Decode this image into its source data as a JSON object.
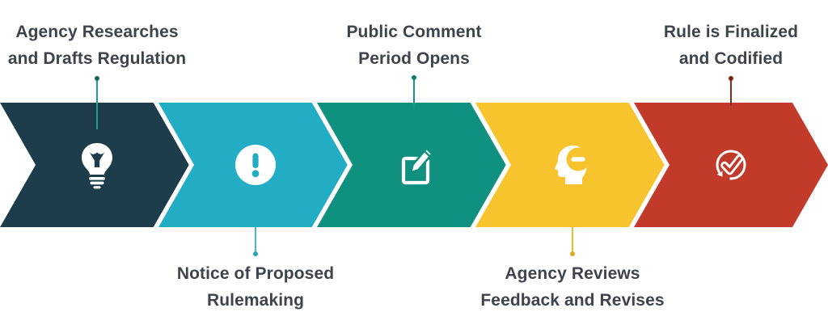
{
  "background_color": "#ffffff",
  "text_color": "#3d444b",
  "icon_color": "#ffffff",
  "steps": [
    {
      "id": "research",
      "line1": "Agency Researches",
      "line2": "and Drafts Regulation",
      "icon": "lightbulb-icon",
      "label_position": "top",
      "chevron_color": "#1d3d4a",
      "connector_color": "#21a08d",
      "dot_color": "#16695e"
    },
    {
      "id": "notice",
      "line1": "Notice of Proposed",
      "line2": "Rulemaking",
      "icon": "exclamation-circle-icon",
      "label_position": "bottom",
      "chevron_color": "#22adc4",
      "connector_color": "#49b9cd",
      "dot_color": "#2ba4ba"
    },
    {
      "id": "comment",
      "line1": "Public Comment",
      "line2": "Period Opens",
      "icon": "edit-square-icon",
      "label_position": "top",
      "chevron_color": "#10917f",
      "connector_color": "#149884",
      "dot_color": "#0e7e6d"
    },
    {
      "id": "review",
      "line1": "Agency Reviews",
      "line2": "Feedback and Revises",
      "icon": "head-minus-icon",
      "label_position": "bottom",
      "chevron_color": "#f8c42e",
      "connector_color": "#edb92f",
      "dot_color": "#dfa827"
    },
    {
      "id": "final",
      "line1": "Rule is Finalized",
      "line2": "and Codified",
      "icon": "check-circle-icon",
      "label_position": "top",
      "chevron_color": "#c23b2a",
      "connector_color": "#8a2c1d",
      "dot_color": "#77271a"
    }
  ]
}
